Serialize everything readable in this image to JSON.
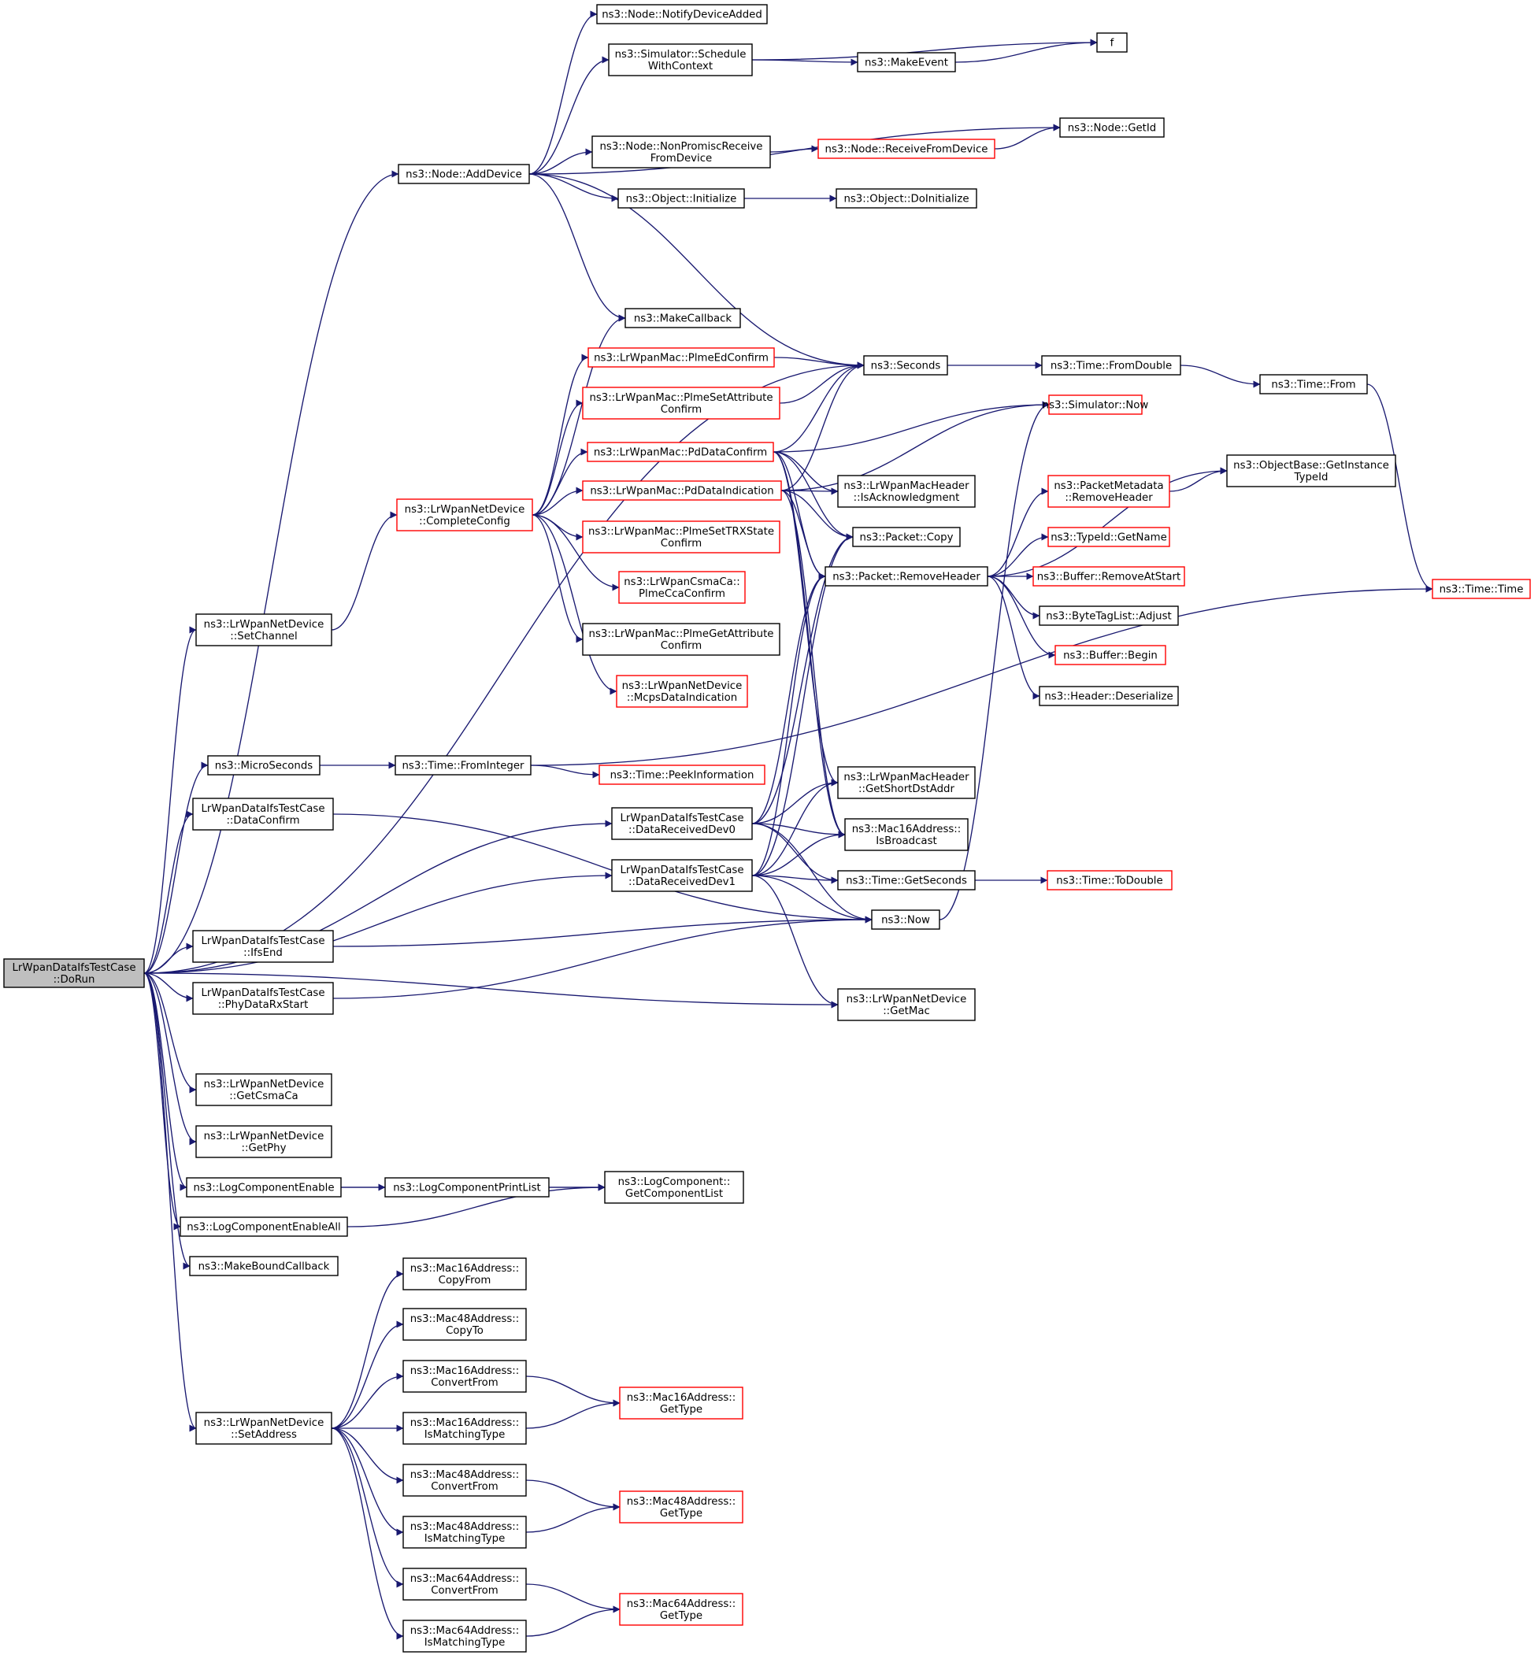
{
  "colors": {
    "edge": "#191970",
    "border_black": "#000000",
    "border_red": "#ff0000",
    "root_fill": "#bfbfbf",
    "node_fill": "#ffffff"
  },
  "nodes": [
    {
      "id": "root",
      "lines": [
        "LrWpanDataIfsTestCase",
        "::DoRun"
      ],
      "style": "root"
    },
    {
      "id": "addDevice",
      "lines": [
        "ns3::Node::AddDevice"
      ],
      "style": "black"
    },
    {
      "id": "notifyDeviceAdded",
      "lines": [
        "ns3::Node::NotifyDeviceAdded"
      ],
      "style": "black"
    },
    {
      "id": "scheduleWithContext",
      "lines": [
        "ns3::Simulator::Schedule",
        "WithContext"
      ],
      "style": "black"
    },
    {
      "id": "f",
      "lines": [
        "f"
      ],
      "style": "black"
    },
    {
      "id": "makeEvent",
      "lines": [
        "ns3::MakeEvent"
      ],
      "style": "black"
    },
    {
      "id": "getId",
      "lines": [
        "ns3::Node::GetId"
      ],
      "style": "black"
    },
    {
      "id": "nonPromisc",
      "lines": [
        "ns3::Node::NonPromiscReceive",
        "FromDevice"
      ],
      "style": "black"
    },
    {
      "id": "receiveFromDevice",
      "lines": [
        "ns3::Node::ReceiveFromDevice"
      ],
      "style": "red"
    },
    {
      "id": "objInitialize",
      "lines": [
        "ns3::Object::Initialize"
      ],
      "style": "black"
    },
    {
      "id": "objDoInitialize",
      "lines": [
        "ns3::Object::DoInitialize"
      ],
      "style": "black"
    },
    {
      "id": "makeCallback",
      "lines": [
        "ns3::MakeCallback"
      ],
      "style": "black"
    },
    {
      "id": "plmeEdConfirm",
      "lines": [
        "ns3::LrWpanMac::PlmeEdConfirm"
      ],
      "style": "red"
    },
    {
      "id": "seconds",
      "lines": [
        "ns3::Seconds"
      ],
      "style": "black"
    },
    {
      "id": "fromDouble",
      "lines": [
        "ns3::Time::FromDouble"
      ],
      "style": "black"
    },
    {
      "id": "timeFrom",
      "lines": [
        "ns3::Time::From"
      ],
      "style": "black"
    },
    {
      "id": "plmeSetAttr",
      "lines": [
        "ns3::LrWpanMac::PlmeSetAttribute",
        "Confirm"
      ],
      "style": "red"
    },
    {
      "id": "simNow",
      "lines": [
        "ns3::Simulator::Now"
      ],
      "style": "red"
    },
    {
      "id": "pdDataConfirm",
      "lines": [
        "ns3::LrWpanMac::PdDataConfirm"
      ],
      "style": "red"
    },
    {
      "id": "getInstanceTypeId",
      "lines": [
        "ns3::ObjectBase::GetInstance",
        "TypeId"
      ],
      "style": "black"
    },
    {
      "id": "pdDataIndication",
      "lines": [
        "ns3::LrWpanMac::PdDataIndication"
      ],
      "style": "red"
    },
    {
      "id": "isAck",
      "lines": [
        "ns3::LrWpanMacHeader",
        "::IsAcknowledgment"
      ],
      "style": "black"
    },
    {
      "id": "pmRemoveHeader",
      "lines": [
        "ns3::PacketMetadata",
        "::RemoveHeader"
      ],
      "style": "red"
    },
    {
      "id": "completeConfig",
      "lines": [
        "ns3::LrWpanNetDevice",
        "::CompleteConfig"
      ],
      "style": "red"
    },
    {
      "id": "plmeSetTrx",
      "lines": [
        "ns3::LrWpanMac::PlmeSetTRXState",
        "Confirm"
      ],
      "style": "red"
    },
    {
      "id": "packetCopy",
      "lines": [
        "ns3::Packet::Copy"
      ],
      "style": "black"
    },
    {
      "id": "typeIdGetName",
      "lines": [
        "ns3::TypeId::GetName"
      ],
      "style": "red"
    },
    {
      "id": "removeHeader",
      "lines": [
        "ns3::Packet::RemoveHeader"
      ],
      "style": "black"
    },
    {
      "id": "removeAtStart",
      "lines": [
        "ns3::Buffer::RemoveAtStart"
      ],
      "style": "red"
    },
    {
      "id": "plmeCca",
      "lines": [
        "ns3::LrWpanCsmaCa::",
        "PlmeCcaConfirm"
      ],
      "style": "red"
    },
    {
      "id": "timeTime",
      "lines": [
        "ns3::Time::Time"
      ],
      "style": "red"
    },
    {
      "id": "btlAdjust",
      "lines": [
        "ns3::ByteTagList::Adjust"
      ],
      "style": "black"
    },
    {
      "id": "setChannel",
      "lines": [
        "ns3::LrWpanNetDevice",
        "::SetChannel"
      ],
      "style": "black"
    },
    {
      "id": "plmeGetAttr",
      "lines": [
        "ns3::LrWpanMac::PlmeGetAttribute",
        "Confirm"
      ],
      "style": "black"
    },
    {
      "id": "bufferBegin",
      "lines": [
        "ns3::Buffer::Begin"
      ],
      "style": "red"
    },
    {
      "id": "mcpsDataInd",
      "lines": [
        "ns3::LrWpanNetDevice",
        "::McpsDataIndication"
      ],
      "style": "red"
    },
    {
      "id": "hdrDeserialize",
      "lines": [
        "ns3::Header::Deserialize"
      ],
      "style": "black"
    },
    {
      "id": "microSeconds",
      "lines": [
        "ns3::MicroSeconds"
      ],
      "style": "black"
    },
    {
      "id": "fromInteger",
      "lines": [
        "ns3::Time::FromInteger"
      ],
      "style": "black"
    },
    {
      "id": "peekInfo",
      "lines": [
        "ns3::Time::PeekInformation"
      ],
      "style": "red"
    },
    {
      "id": "getShortDst",
      "lines": [
        "ns3::LrWpanMacHeader",
        "::GetShortDstAddr"
      ],
      "style": "black"
    },
    {
      "id": "dataConfirm",
      "lines": [
        "LrWpanDataIfsTestCase",
        "::DataConfirm"
      ],
      "style": "black"
    },
    {
      "id": "recvDev0",
      "lines": [
        "LrWpanDataIfsTestCase",
        "::DataReceivedDev0"
      ],
      "style": "black"
    },
    {
      "id": "isBroadcast",
      "lines": [
        "ns3::Mac16Address::",
        "IsBroadcast"
      ],
      "style": "black"
    },
    {
      "id": "recvDev1",
      "lines": [
        "LrWpanDataIfsTestCase",
        "::DataReceivedDev1"
      ],
      "style": "black"
    },
    {
      "id": "getSecondsT",
      "lines": [
        "ns3::Time::GetSeconds"
      ],
      "style": "black"
    },
    {
      "id": "toDouble",
      "lines": [
        "ns3::Time::ToDouble"
      ],
      "style": "red"
    },
    {
      "id": "now",
      "lines": [
        "ns3::Now"
      ],
      "style": "black"
    },
    {
      "id": "ifsEnd",
      "lines": [
        "LrWpanDataIfsTestCase",
        "::IfsEnd"
      ],
      "style": "black"
    },
    {
      "id": "phyRxStart",
      "lines": [
        "LrWpanDataIfsTestCase",
        "::PhyDataRxStart"
      ],
      "style": "black"
    },
    {
      "id": "getMac",
      "lines": [
        "ns3::LrWpanNetDevice",
        "::GetMac"
      ],
      "style": "black"
    },
    {
      "id": "getCsmaCa",
      "lines": [
        "ns3::LrWpanNetDevice",
        "::GetCsmaCa"
      ],
      "style": "black"
    },
    {
      "id": "getPhy",
      "lines": [
        "ns3::LrWpanNetDevice",
        "::GetPhy"
      ],
      "style": "black"
    },
    {
      "id": "logEnable",
      "lines": [
        "ns3::LogComponentEnable"
      ],
      "style": "black"
    },
    {
      "id": "logPrintList",
      "lines": [
        "ns3::LogComponentPrintList"
      ],
      "style": "black"
    },
    {
      "id": "getCompList",
      "lines": [
        "ns3::LogComponent::",
        "GetComponentList"
      ],
      "style": "black"
    },
    {
      "id": "logEnableAll",
      "lines": [
        "ns3::LogComponentEnableAll"
      ],
      "style": "black"
    },
    {
      "id": "makeBound",
      "lines": [
        "ns3::MakeBoundCallback"
      ],
      "style": "black"
    },
    {
      "id": "m16CopyFrom",
      "lines": [
        "ns3::Mac16Address::",
        "CopyFrom"
      ],
      "style": "black"
    },
    {
      "id": "m48CopyTo",
      "lines": [
        "ns3::Mac48Address::",
        "CopyTo"
      ],
      "style": "black"
    },
    {
      "id": "m16ConvertFrom",
      "lines": [
        "ns3::Mac16Address::",
        "ConvertFrom"
      ],
      "style": "black"
    },
    {
      "id": "m16GetType",
      "lines": [
        "ns3::Mac16Address::",
        "GetType"
      ],
      "style": "red"
    },
    {
      "id": "m16IsMatching",
      "lines": [
        "ns3::Mac16Address::",
        "IsMatchingType"
      ],
      "style": "black"
    },
    {
      "id": "setAddress",
      "lines": [
        "ns3::LrWpanNetDevice",
        "::SetAddress"
      ],
      "style": "black"
    },
    {
      "id": "m48ConvertFrom",
      "lines": [
        "ns3::Mac48Address::",
        "ConvertFrom"
      ],
      "style": "black"
    },
    {
      "id": "m48GetType",
      "lines": [
        "ns3::Mac48Address::",
        "GetType"
      ],
      "style": "red"
    },
    {
      "id": "m48IsMatching",
      "lines": [
        "ns3::Mac48Address::",
        "IsMatchingType"
      ],
      "style": "black"
    },
    {
      "id": "m64ConvertFrom",
      "lines": [
        "ns3::Mac64Address::",
        "ConvertFrom"
      ],
      "style": "black"
    },
    {
      "id": "m64GetType",
      "lines": [
        "ns3::Mac64Address::",
        "GetType"
      ],
      "style": "red"
    },
    {
      "id": "m64IsMatching",
      "lines": [
        "ns3::Mac64Address::",
        "IsMatchingType"
      ],
      "style": "black"
    }
  ],
  "edges": [
    [
      "root",
      "addDevice"
    ],
    [
      "root",
      "seconds"
    ],
    [
      "root",
      "setChannel"
    ],
    [
      "root",
      "microSeconds"
    ],
    [
      "root",
      "dataConfirm"
    ],
    [
      "root",
      "recvDev0"
    ],
    [
      "root",
      "recvDev1"
    ],
    [
      "root",
      "ifsEnd"
    ],
    [
      "root",
      "phyRxStart"
    ],
    [
      "root",
      "getMac"
    ],
    [
      "root",
      "getCsmaCa"
    ],
    [
      "root",
      "getPhy"
    ],
    [
      "root",
      "logEnable"
    ],
    [
      "root",
      "logEnableAll"
    ],
    [
      "root",
      "makeBound"
    ],
    [
      "root",
      "setAddress"
    ],
    [
      "addDevice",
      "notifyDeviceAdded"
    ],
    [
      "addDevice",
      "scheduleWithContext"
    ],
    [
      "addDevice",
      "getId"
    ],
    [
      "addDevice",
      "nonPromisc"
    ],
    [
      "addDevice",
      "objInitialize"
    ],
    [
      "addDevice",
      "makeCallback"
    ],
    [
      "addDevice",
      "seconds"
    ],
    [
      "scheduleWithContext",
      "f"
    ],
    [
      "scheduleWithContext",
      "makeEvent"
    ],
    [
      "makeEvent",
      "f"
    ],
    [
      "nonPromisc",
      "receiveFromDevice"
    ],
    [
      "receiveFromDevice",
      "getId"
    ],
    [
      "objInitialize",
      "objDoInitialize"
    ],
    [
      "completeConfig",
      "makeCallback"
    ],
    [
      "completeConfig",
      "plmeEdConfirm"
    ],
    [
      "completeConfig",
      "plmeSetAttr"
    ],
    [
      "completeConfig",
      "pdDataConfirm"
    ],
    [
      "completeConfig",
      "pdDataIndication"
    ],
    [
      "completeConfig",
      "plmeSetTrx"
    ],
    [
      "completeConfig",
      "plmeCca"
    ],
    [
      "completeConfig",
      "plmeGetAttr"
    ],
    [
      "completeConfig",
      "mcpsDataInd"
    ],
    [
      "setChannel",
      "completeConfig"
    ],
    [
      "plmeEdConfirm",
      "seconds"
    ],
    [
      "plmeSetAttr",
      "seconds"
    ],
    [
      "pdDataConfirm",
      "seconds"
    ],
    [
      "pdDataConfirm",
      "simNow"
    ],
    [
      "pdDataConfirm",
      "isAck"
    ],
    [
      "pdDataConfirm",
      "packetCopy"
    ],
    [
      "pdDataConfirm",
      "removeHeader"
    ],
    [
      "pdDataConfirm",
      "getShortDst"
    ],
    [
      "pdDataConfirm",
      "isBroadcast"
    ],
    [
      "pdDataIndication",
      "seconds"
    ],
    [
      "pdDataIndication",
      "simNow"
    ],
    [
      "pdDataIndication",
      "isAck"
    ],
    [
      "pdDataIndication",
      "packetCopy"
    ],
    [
      "pdDataIndication",
      "removeHeader"
    ],
    [
      "pdDataIndication",
      "isBroadcast"
    ],
    [
      "seconds",
      "fromDouble"
    ],
    [
      "fromDouble",
      "timeFrom"
    ],
    [
      "timeFrom",
      "timeTime"
    ],
    [
      "removeHeader",
      "pmRemoveHeader"
    ],
    [
      "removeHeader",
      "getInstanceTypeId"
    ],
    [
      "removeHeader",
      "typeIdGetName"
    ],
    [
      "removeHeader",
      "removeAtStart"
    ],
    [
      "removeHeader",
      "btlAdjust"
    ],
    [
      "removeHeader",
      "bufferBegin"
    ],
    [
      "removeHeader",
      "hdrDeserialize"
    ],
    [
      "pmRemoveHeader",
      "getInstanceTypeId"
    ],
    [
      "microSeconds",
      "fromInteger"
    ],
    [
      "fromInteger",
      "timeTime"
    ],
    [
      "fromInteger",
      "peekInfo"
    ],
    [
      "dataConfirm",
      "now"
    ],
    [
      "recvDev0",
      "packetCopy"
    ],
    [
      "recvDev0",
      "removeHeader"
    ],
    [
      "recvDev0",
      "getShortDst"
    ],
    [
      "recvDev0",
      "isBroadcast"
    ],
    [
      "recvDev0",
      "getSecondsT"
    ],
    [
      "recvDev0",
      "now"
    ],
    [
      "recvDev1",
      "packetCopy"
    ],
    [
      "recvDev1",
      "removeHeader"
    ],
    [
      "recvDev1",
      "getShortDst"
    ],
    [
      "recvDev1",
      "isBroadcast"
    ],
    [
      "recvDev1",
      "getSecondsT"
    ],
    [
      "recvDev1",
      "now"
    ],
    [
      "recvDev1",
      "getMac"
    ],
    [
      "getSecondsT",
      "toDouble"
    ],
    [
      "now",
      "simNow"
    ],
    [
      "ifsEnd",
      "now"
    ],
    [
      "phyRxStart",
      "now"
    ],
    [
      "logEnable",
      "logPrintList"
    ],
    [
      "logEnable",
      "getCompList"
    ],
    [
      "logPrintList",
      "getCompList"
    ],
    [
      "logEnableAll",
      "getCompList"
    ],
    [
      "setAddress",
      "m16CopyFrom"
    ],
    [
      "setAddress",
      "m48CopyTo"
    ],
    [
      "setAddress",
      "m16ConvertFrom"
    ],
    [
      "setAddress",
      "m16IsMatching"
    ],
    [
      "setAddress",
      "m48ConvertFrom"
    ],
    [
      "setAddress",
      "m48IsMatching"
    ],
    [
      "setAddress",
      "m64ConvertFrom"
    ],
    [
      "setAddress",
      "m64IsMatching"
    ],
    [
      "m16ConvertFrom",
      "m16GetType"
    ],
    [
      "m16IsMatching",
      "m16GetType"
    ],
    [
      "m48ConvertFrom",
      "m48GetType"
    ],
    [
      "m48IsMatching",
      "m48GetType"
    ],
    [
      "m64ConvertFrom",
      "m64GetType"
    ],
    [
      "m64IsMatching",
      "m64GetType"
    ]
  ]
}
